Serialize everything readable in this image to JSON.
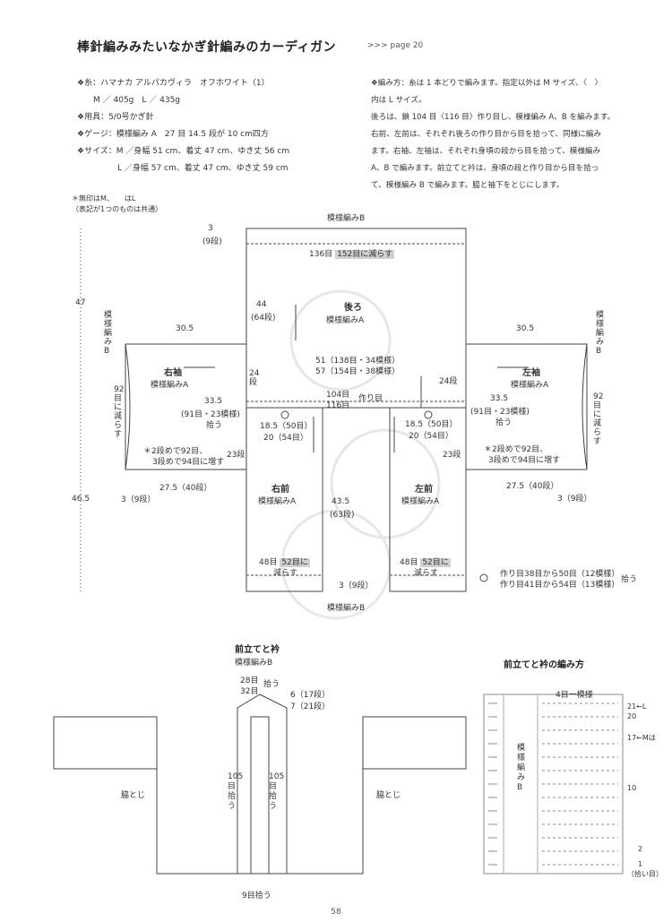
{
  "header": {
    "title": "棒針編みみたいなかぎ針編みのカーディガン",
    "page_ref": ">>> page 20"
  },
  "materials": [
    "❖糸：ハマナカ アルパカヴィラ　オフホワイト（1）",
    "　　M ／ 405g　L ／ 435g",
    "❖用具：5/0号かぎ針",
    "❖ゲージ：模様編み A　27 目 14.5 段が 10 cm四方",
    "❖サイズ：M ／身幅 51 cm、着丈 47 cm、ゆき丈 56 cm",
    "　　　　　L ／身幅 57 cm、着丈 47 cm、ゆき丈 59 cm"
  ],
  "instructions": [
    "❖編み方：糸は 1 本どりで編みます。指定以外は M サイズ、〈　〉",
    "内は L サイズ。",
    "後ろは、鎖 104 目〈116 目〉作り目し、模様編み A、B を編みます。",
    "右前、左前は、それぞれ後ろの作り目から目を拾って、同様に編み",
    "ます。右袖、左袖は、それぞれ身頃の段から目を拾って、模様編み",
    "A、B で編みます。前立てと衿は、身頃の段と作り目から目を拾っ",
    "て、模様編み B で編みます。脇と袖下をとじにします。"
  ],
  "note": [
    "＊無印はM、　　はL",
    "（表記が1つのものは共通）"
  ],
  "diagram": {
    "top_pattern": "模様編みB",
    "bottom_pattern": "模様編みB",
    "top_rows": "3",
    "top_rows_sub": "(9段)",
    "top_decrease": "136目",
    "top_decrease_l": "152目に減らす",
    "height_total": "47",
    "height_lower": "46.5",
    "back_height": "44",
    "back_height_sub": "(64段)",
    "back_name": "後ろ",
    "back_pattern": "模様編みA",
    "back_width1": "51（138目・34模様）",
    "back_width2": "57（154目・38模様）",
    "chain": "104目",
    "chain_l": "116目",
    "chain_label": "作り目",
    "r_sleeve": "右袖",
    "l_sleeve": "左袖",
    "sleeve_pattern": "模様編みA",
    "sleeve_len": "30.5",
    "sleeve_side": "模様編みB",
    "sleeve_rows_r": "24段",
    "sleeve_rows_l": "24段",
    "sleeve_pick": "33.5",
    "sleeve_pick_sub": "(91目・23模様)",
    "sleeve_pick_label": "拾う",
    "sleeve_dec": "92目に減らす",
    "sleeve_note1": "＊2段めで92目、",
    "sleeve_note2": "3段めで94目に増す",
    "front_w": "18.5（50目）",
    "front_w_l": "20（54目）",
    "rows23": "23段",
    "cuff_len": "27.5（40段）",
    "cuff_rows": "3（9段）",
    "r_front": "右前",
    "l_front": "左前",
    "front_pattern": "模様編みA",
    "front_h": "43.5",
    "front_h_sub": "(63段)",
    "front_dec1": "48目",
    "front_dec1_l": "52目に",
    "front_dec2": "減らす",
    "bottom_rows": "3（9段）",
    "legend1": "作り目38目から50目（12模様）",
    "legend2": "作り目41目から54目（13模様）",
    "legend_pick": "拾う"
  },
  "band": {
    "heading": "前立てと衿",
    "pattern": "模様編みB",
    "collar_top": "28目",
    "collar_top_l": "32目",
    "collar_pick": "拾う",
    "band_rows1": "6（17段）",
    "band_rows2": "7（21段）",
    "side_left": "105目拾う",
    "side_right": "105目拾う",
    "bottom": "9目拾う",
    "seam_l": "脇とじ",
    "seam_r": "脇とじ"
  },
  "chart": {
    "heading": "前立てと衿の編み方",
    "repeat": "4目一模様",
    "pattern": "模様編みB",
    "row21": "21←L",
    "row20": "20",
    "row17": "17←Mは",
    "row10": "10",
    "row2": "2",
    "row1": "1",
    "row_pick": "（拾い目）"
  },
  "page_number": "58"
}
